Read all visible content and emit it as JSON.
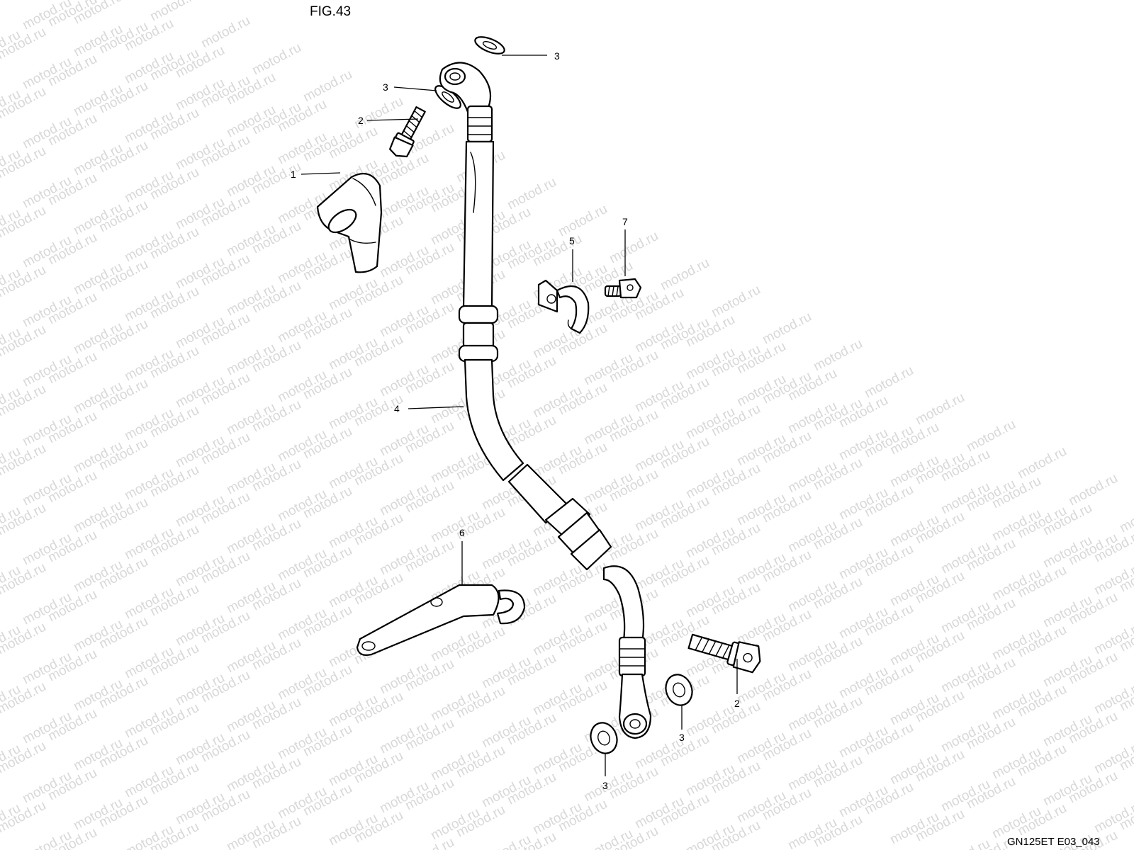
{
  "figure": {
    "title": "FIG.43",
    "code": "GN125ET E03_043"
  },
  "watermark": {
    "text": "motod.ru"
  },
  "callouts": {
    "c1": "1",
    "c2_top": "2",
    "c3_top_left": "3",
    "c3_top_right": "3",
    "c4": "4",
    "c5": "5",
    "c6": "6",
    "c7": "7",
    "c2_bottom": "2",
    "c3_bottom_right": "3",
    "c3_bottom_left": "3"
  },
  "icons": [
    "rubber-boot-icon",
    "union-bolt-icon",
    "washer-icon",
    "brake-hose-icon",
    "hose-clamp-icon",
    "hose-bracket-icon",
    "bolt-icon"
  ]
}
